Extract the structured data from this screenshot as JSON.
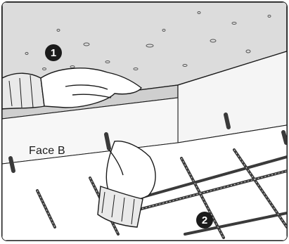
{
  "illustration": {
    "markers": {
      "step_1": "1",
      "step_2": "2"
    },
    "face_label": "Face B",
    "colors": {
      "panel_fill": "#dcdcdc",
      "panel_edge": "#cfcfcf",
      "formwork_fill": "#f5f5f5",
      "rebar_stroke": "#3a3a3a",
      "line_ink": "#1a1a1a",
      "marker_fill": "#1b1b1b"
    }
  }
}
